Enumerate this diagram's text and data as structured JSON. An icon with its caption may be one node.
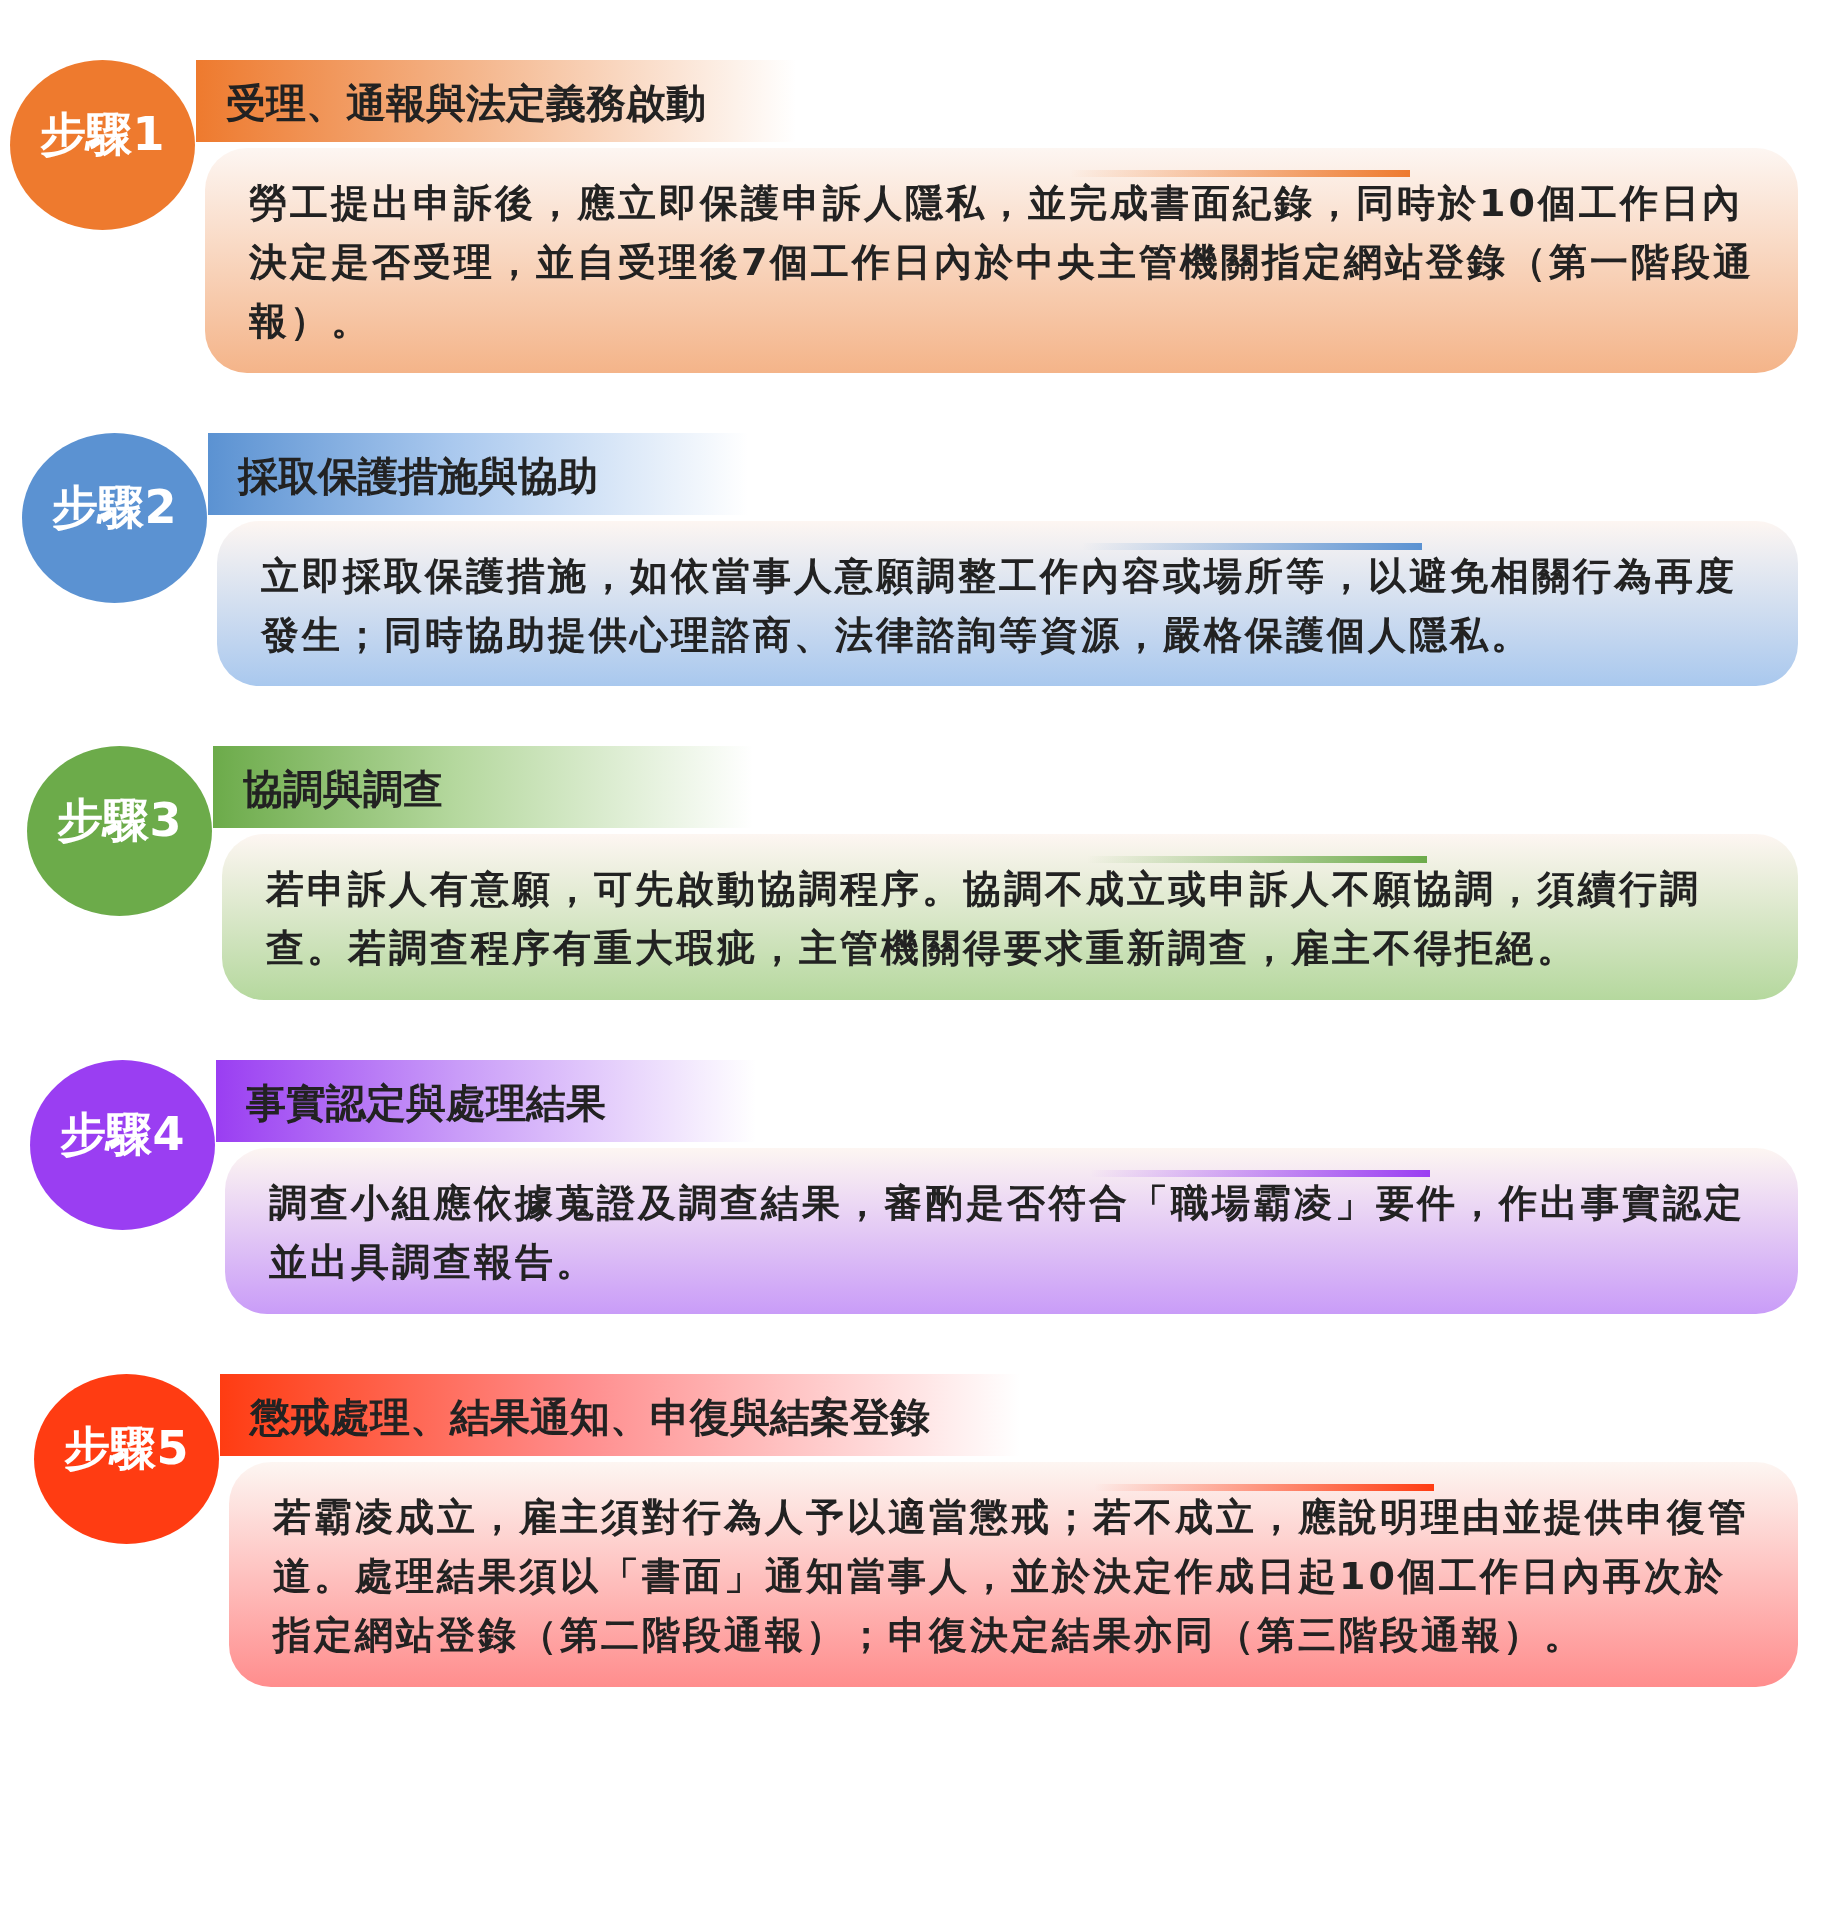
{
  "diagram": {
    "nodes": [
      {
        "text": [
          "步驟1"
        ]
      },
      {
        "text": [
          "受理、通報與法定義務啟動"
        ]
      },
      {
        "text": [
          "勞工提出申訴後，應立即保護申訴人隱私，並完成書面紀錄，同時於10個工作日內決定是否受理，並自受理後7個工作日內於中央主管機關指定網站登錄（第一階段通報）。"
        ]
      },
      {
        "text": [
          "步驟2"
        ]
      },
      {
        "text": [
          "採取保護措施與協助"
        ]
      },
      {
        "text": [
          "立即採取保護措施，如依當事人意願調整工作內容或場所等，以避免相關行為再度發生；同時協助提供心理諮商、法律諮詢等資源，嚴格保護個人隱私。"
        ]
      },
      {
        "text": [
          "步驟3"
        ]
      },
      {
        "text": [
          "協調與調查"
        ]
      },
      {
        "text": [
          "若申訴人有意願，可先啟動協調程序。協調不成立或申訴人不願協調，須續行調查。若調查程序有重大瑕疵，主管機關得要求重新調查，雇主不得拒絕。"
        ]
      },
      {
        "text": [
          "步驟4"
        ]
      },
      {
        "text": [
          "事實認定與處理結果"
        ]
      },
      {
        "text": [
          "調查小組應依據蒐證及調查結果，審酌是否符合「職場霸凌」要件，作出事實認定並出具調查報告。"
        ]
      },
      {
        "text": [
          "步驟5"
        ]
      },
      {
        "text": [
          "懲戒處理、結果通知、申復與結案登錄"
        ]
      },
      {
        "text": [
          "若霸凌成立，雇主須對行為人予以適當懲戒；若不成立，應說明理由並提供申復管道。處理結果須以「書面」通知當事人，並於決定作成日起10個工作日內再次於指定網站登錄（第二階段通報）；申復決定結果亦同（第三階段通報）。"
        ]
      }
    ],
    "edges": []
  }
}
